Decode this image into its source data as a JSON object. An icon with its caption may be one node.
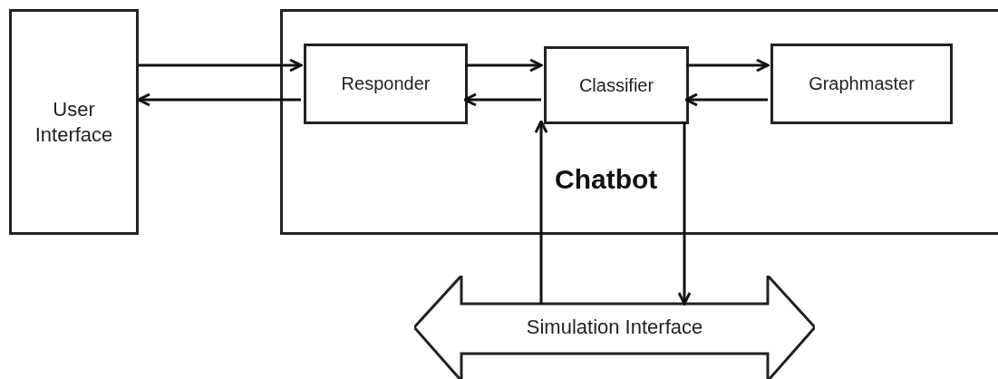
{
  "diagram": {
    "nodes": [
      {
        "text": [
          "User Interface"
        ]
      },
      {
        "text": [
          "Chatbot"
        ]
      },
      {
        "text": [
          "Responder"
        ],
        "in": 1
      },
      {
        "text": [
          "Classifier"
        ],
        "in": 1
      },
      {
        "text": [
          "Graphmaster"
        ],
        "in": 1
      },
      {
        "text": [
          "Simulation Interface"
        ]
      }
    ],
    "edges": [
      {
        "from": 0,
        "to": 2,
        "arrow": "to"
      },
      {
        "from": 2,
        "to": 0,
        "arrow": "to"
      },
      {
        "from": 2,
        "to": 3,
        "arrow": "to"
      },
      {
        "from": 3,
        "to": 2,
        "arrow": "to"
      },
      {
        "from": 3,
        "to": 4,
        "arrow": "to"
      },
      {
        "from": 4,
        "to": 3,
        "arrow": "to"
      },
      {
        "from": 5,
        "to": 3,
        "arrow": "to"
      },
      {
        "from": 3,
        "to": 5,
        "arrow": "to"
      }
    ]
  }
}
